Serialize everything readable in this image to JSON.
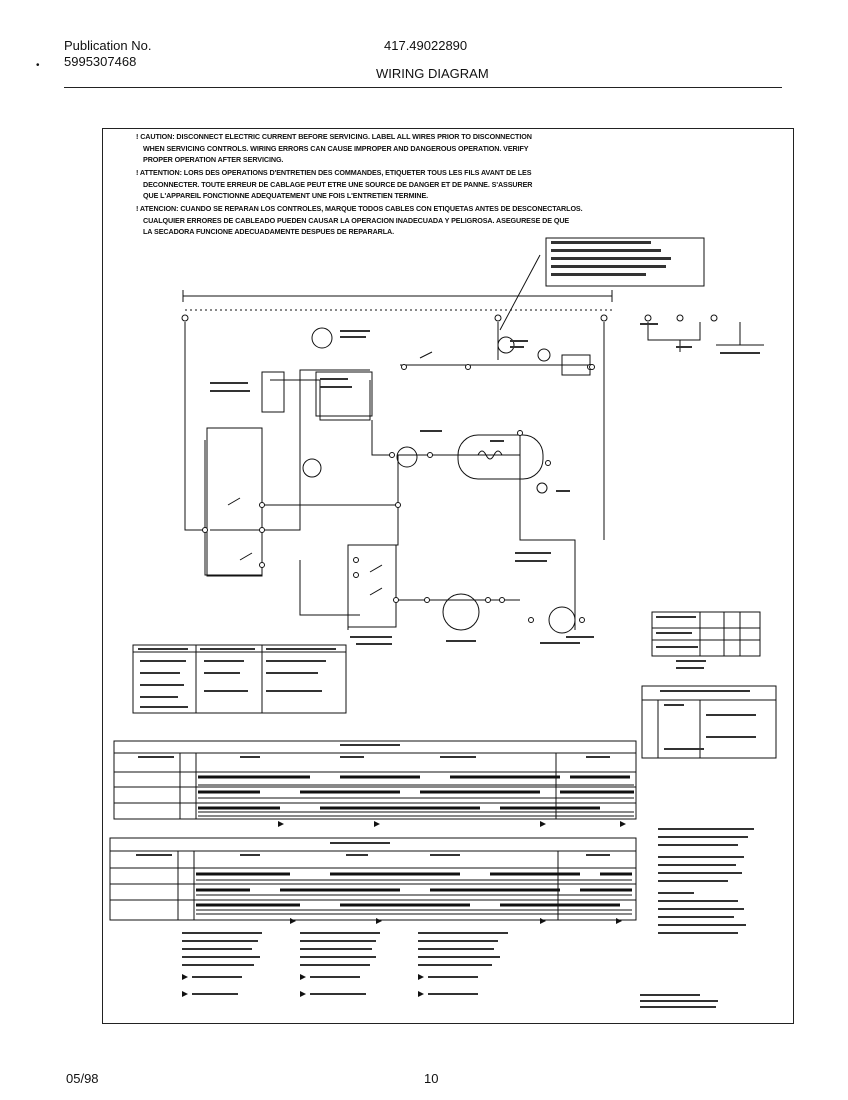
{
  "header": {
    "publication_label": "Publication No.",
    "publication_number": "5995307468",
    "model_number": "417.49022890",
    "document_title": "WIRING DIAGRAM"
  },
  "cautions": {
    "english": [
      "! CAUTION: DISCONNECT ELECTRIC CURRENT BEFORE SERVICING. LABEL ALL WIRES PRIOR TO DISCONNECTION",
      "WHEN SERVICING CONTROLS. WIRING ERRORS CAN CAUSE IMPROPER AND DANGEROUS OPERATION. VERIFY",
      "PROPER OPERATION AFTER SERVICING."
    ],
    "french": [
      "! ATTENTION: LORS DES OPERATIONS D'ENTRETIEN DES COMMANDES, ETIQUETER TOUS LES FILS AVANT DE LES",
      "DECONNECTER. TOUTE ERREUR DE CABLAGE PEUT ETRE UNE SOURCE DE DANGER ET DE PANNE. S'ASSURER",
      "QUE L'APPAREIL FONCTIONNE ADEQUATEMENT UNE FOIS L'ENTRETIEN TERMINE."
    ],
    "spanish": [
      "! ATENCION: CUANDO SE REPARAN LOS CONTROLES, MARQUE TODOS CABLES CON ETIQUETAS ANTES DE DESCONECTARLOS.",
      "CUALQUIER ERRORES DE CABLEADO PUEDEN CAUSAR LA OPERACION INADECUADA Y PELIGROSA. ASEGURESE DE QUE",
      "LA SECADORA FUNCIONE ADECUADAMENTE DESPUES DE REPARARLA."
    ]
  },
  "footer": {
    "date": "05/98",
    "page_number": "10"
  },
  "colors": {
    "ink": "#111111",
    "paper": "#ffffff"
  }
}
